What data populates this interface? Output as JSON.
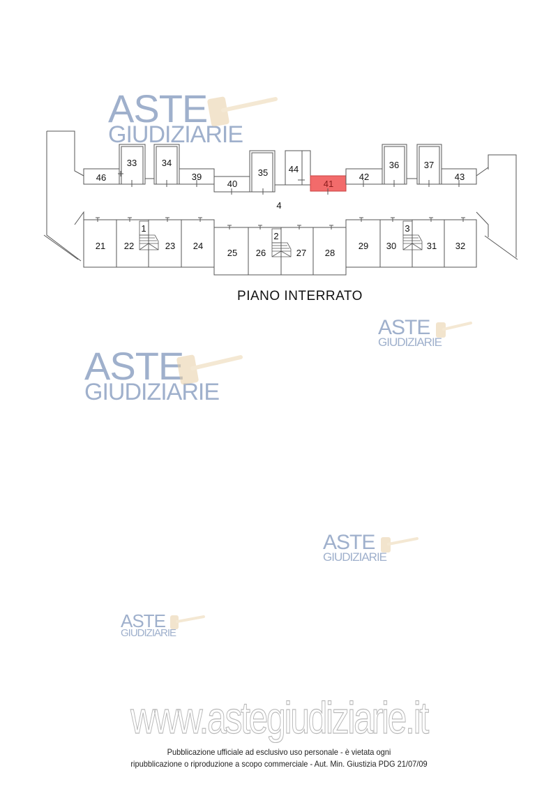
{
  "plan": {
    "title": "PIANO INTERRATO",
    "corridor_label": "4",
    "highlight_color": "#f26b6b",
    "stair_labels": [
      "1",
      "2",
      "3"
    ],
    "north_row": {
      "units": [
        {
          "id": "46",
          "label": "46"
        },
        {
          "id": "33",
          "label": "33"
        },
        {
          "id": "34",
          "label": "34"
        },
        {
          "id": "39",
          "label": "39"
        },
        {
          "id": "40",
          "label": "40"
        },
        {
          "id": "35",
          "label": "35"
        },
        {
          "id": "44",
          "label": "44"
        },
        {
          "id": "41",
          "label": "41",
          "highlighted": true
        },
        {
          "id": "42",
          "label": "42"
        },
        {
          "id": "36",
          "label": "36"
        },
        {
          "id": "37",
          "label": "37"
        },
        {
          "id": "43",
          "label": "43"
        }
      ]
    },
    "south_row": {
      "units": [
        {
          "id": "21",
          "label": "21"
        },
        {
          "id": "22",
          "label": "22"
        },
        {
          "id": "23",
          "label": "23"
        },
        {
          "id": "24",
          "label": "24"
        },
        {
          "id": "25",
          "label": "25"
        },
        {
          "id": "26",
          "label": "26"
        },
        {
          "id": "27",
          "label": "27"
        },
        {
          "id": "28",
          "label": "28"
        },
        {
          "id": "29",
          "label": "29"
        },
        {
          "id": "30",
          "label": "30"
        },
        {
          "id": "31",
          "label": "31"
        },
        {
          "id": "32",
          "label": "32"
        }
      ]
    }
  },
  "watermarks": {
    "line1": "ASTE",
    "line2": "GIUDIZIARIE"
  },
  "footer": {
    "website": "www.astegiudiziarie.it",
    "line1": "Pubblicazione ufficiale ad esclusivo uso personale - è vietata ogni",
    "line2": "ripubblicazione o riproduzione a scopo commerciale - Aut. Min. Giustizia PDG 21/07/09"
  }
}
